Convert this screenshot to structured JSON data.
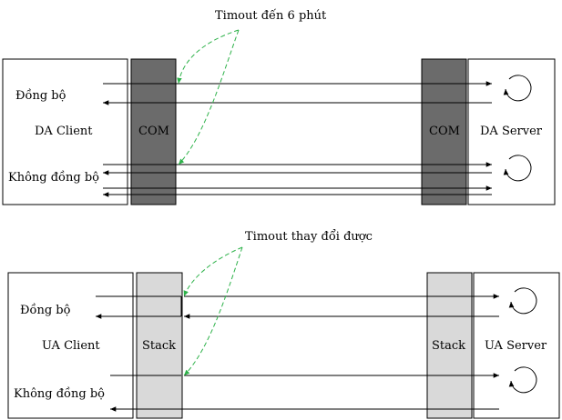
{
  "top": {
    "timeout_note": "Timout đến 6 phút",
    "client_box": "DA Client",
    "server_box": "DA Server",
    "middle_left": "COM",
    "middle_right": "COM",
    "sync_label": "Đồng bộ",
    "async_label": "Không đồng bộ"
  },
  "bottom": {
    "timeout_note": "Timout thay đổi được",
    "client_box": "UA Client",
    "server_box": "UA Server",
    "middle_left": "Stack",
    "middle_right": "Stack",
    "sync_label": "Đồng bộ",
    "async_label": "Không đồng bộ"
  },
  "colors": {
    "com_fill": "#6b6b6b",
    "stack_fill": "#d9d9d9",
    "timeout_arrow": "#2eb24a",
    "line": "#000000"
  }
}
